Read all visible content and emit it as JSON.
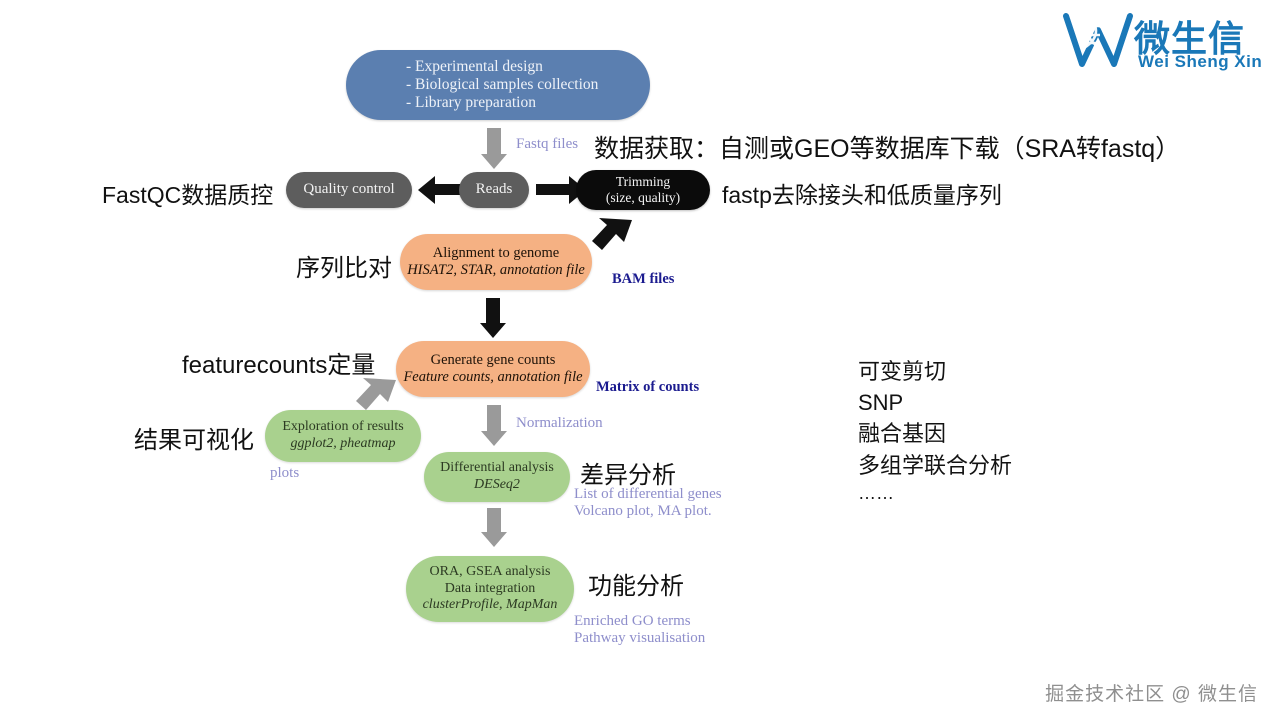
{
  "logo": {
    "icon": "w-dna-helix-icon",
    "chinese": "微生信",
    "pinyin": "Wei Sheng Xin",
    "color": "#1a78b8"
  },
  "watermark": "掘金技术社区 @ 微生信",
  "colors": {
    "blue_node": "#5b7fb0",
    "grey_node": "#5d5d5d",
    "black_node": "#0b0b0b",
    "orange_node": "#f5b183",
    "green_node": "#a9d18e",
    "grey_arrow": "#9a9a9a",
    "black_arrow": "#111111",
    "purple_label": "#8e8ecb",
    "navy_label": "#1b1b8f"
  },
  "nodes": {
    "design": {
      "line1": "- Experimental design",
      "line2": "- Biological samples collection",
      "line3": "- Library preparation"
    },
    "quality_control": {
      "line1": "Quality control"
    },
    "reads": {
      "line1": "Reads"
    },
    "trimming": {
      "line1": "Trimming",
      "line2": "(size, quality)"
    },
    "alignment": {
      "line1": "Alignment to genome",
      "line2": "HISAT2, STAR, annotation file"
    },
    "gene_counts": {
      "line1": "Generate gene counts",
      "line2": "Feature counts, annotation file"
    },
    "exploration": {
      "line1": "Exploration of results",
      "line2": "ggplot2, pheatmap"
    },
    "differential": {
      "line1": "Differential analysis",
      "line2": "DESeq2"
    },
    "functional": {
      "line1": "ORA, GSEA analysis",
      "line2": "Data integration",
      "line3": "clusterProfile, MapMan"
    }
  },
  "edge_labels": {
    "fastq_files": "Fastq files",
    "bam_files": "BAM files",
    "matrix_of_counts": "Matrix of counts",
    "normalization": "Normalization",
    "plots": "plots",
    "diff_genes_line1": "List of differential genes",
    "diff_genes_line2": "Volcano plot, MA plot.",
    "enrich_line1": "Enriched GO terms",
    "enrich_line2": "Pathway visualisation"
  },
  "annotations": {
    "data_acquisition": "数据获取：自测或GEO等数据库下载（SRA转fastq）",
    "fastqc": "FastQC数据质控",
    "fastp": "fastp去除接头和低质量序列",
    "alignment_cn": "序列比对",
    "featurecounts_cn": "featurecounts定量",
    "visualization_cn": "结果可视化",
    "differential_cn": "差异分析",
    "functional_cn": "功能分析"
  },
  "extras": {
    "items": [
      "可变剪切",
      "SNP",
      "融合基因",
      "多组学联合分析",
      "……"
    ]
  }
}
